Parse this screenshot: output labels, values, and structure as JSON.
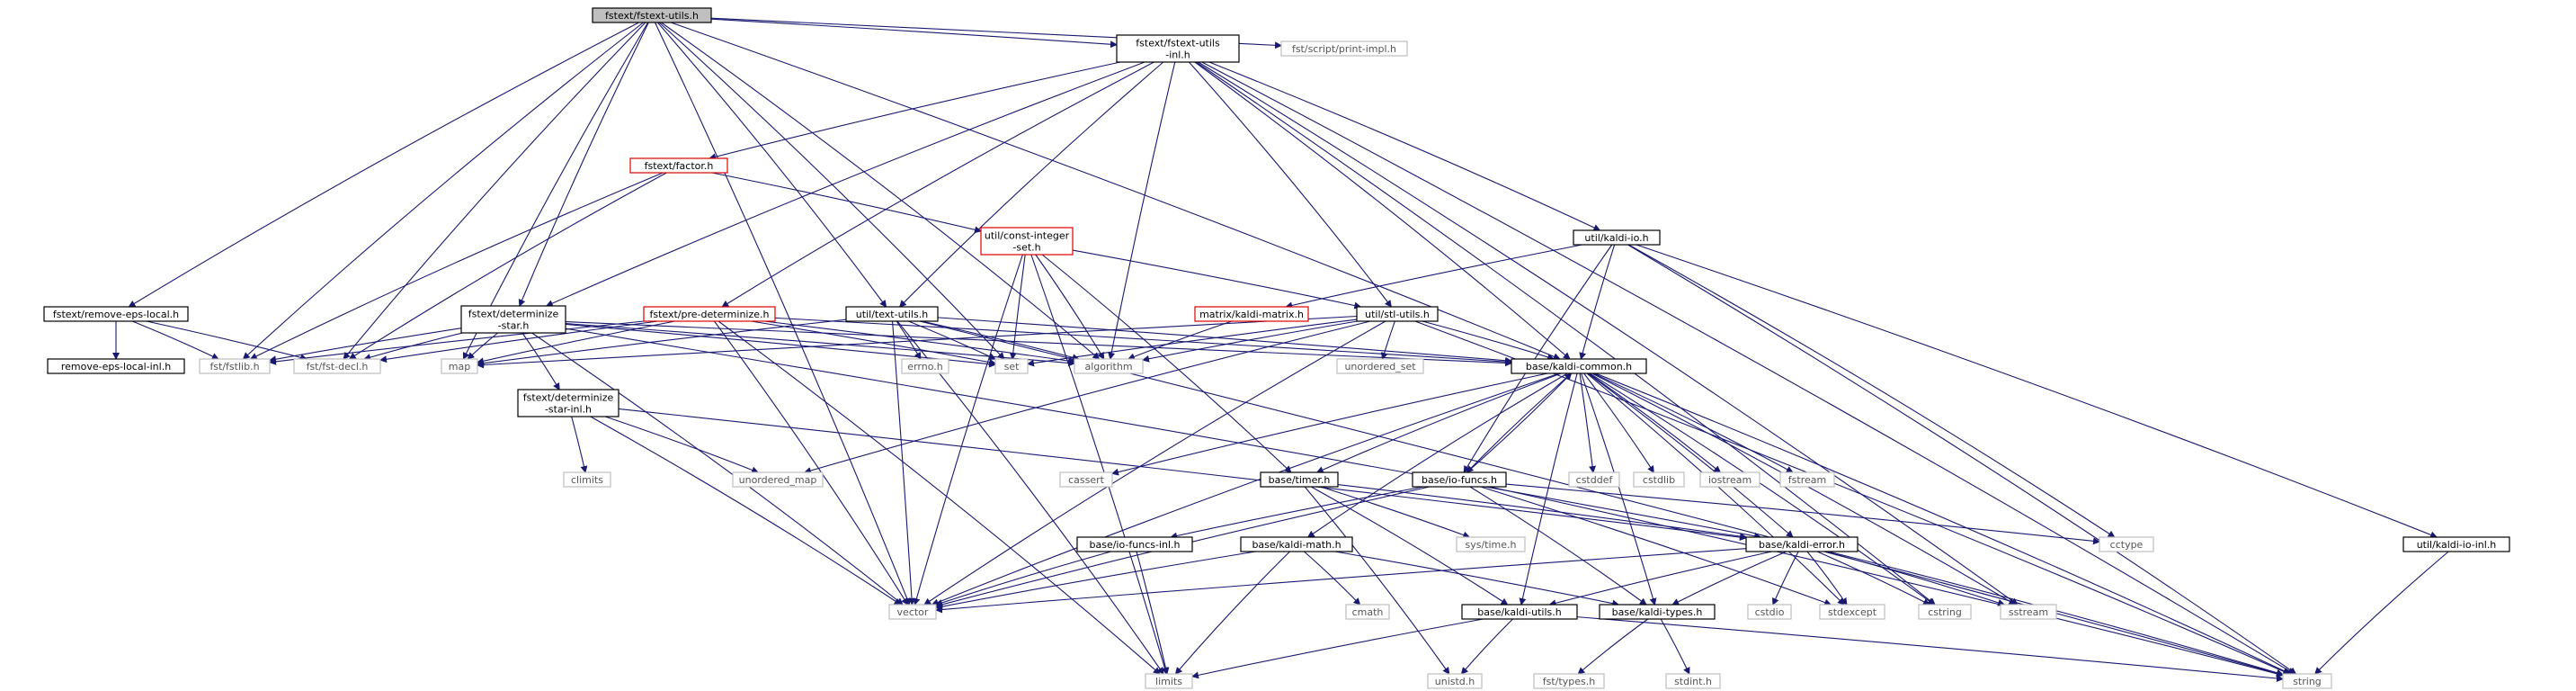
{
  "diagram": {
    "type": "include-dependency-graph",
    "colors": {
      "edge": "#191970",
      "root_fill": "#bfbfbf",
      "doc_border": "#000000",
      "missing_border": "#e00000",
      "external_border": "#bfbfbf"
    },
    "nodes": [
      {
        "id": "root",
        "label": [
          "fstext/fstext-utils.h"
        ],
        "kind": "root"
      },
      {
        "id": "fstext_utils_inl",
        "label": [
          "fstext/fstext-utils",
          "-inl.h"
        ],
        "kind": "doc"
      },
      {
        "id": "print_impl",
        "label": [
          "fst/script/print-impl.h"
        ],
        "kind": "ext"
      },
      {
        "id": "factor",
        "label": [
          "fstext/factor.h"
        ],
        "kind": "red"
      },
      {
        "id": "const_int",
        "label": [
          "util/const-integer",
          "-set.h"
        ],
        "kind": "red"
      },
      {
        "id": "kaldi_io",
        "label": [
          "util/kaldi-io.h"
        ],
        "kind": "doc"
      },
      {
        "id": "remove_eps_local",
        "label": [
          "fstext/remove-eps-local.h"
        ],
        "kind": "doc"
      },
      {
        "id": "determinize_star",
        "label": [
          "fstext/determinize",
          "-star.h"
        ],
        "kind": "doc"
      },
      {
        "id": "pre_determinize",
        "label": [
          "fstext/pre-determinize.h"
        ],
        "kind": "red"
      },
      {
        "id": "text_utils",
        "label": [
          "util/text-utils.h"
        ],
        "kind": "doc"
      },
      {
        "id": "kaldi_matrix",
        "label": [
          "matrix/kaldi-matrix.h"
        ],
        "kind": "red"
      },
      {
        "id": "stl_utils",
        "label": [
          "util/stl-utils.h"
        ],
        "kind": "doc"
      },
      {
        "id": "remove_eps_local_inl",
        "label": [
          "remove-eps-local-inl.h"
        ],
        "kind": "doc"
      },
      {
        "id": "fstlib",
        "label": [
          "fst/fstlib.h"
        ],
        "kind": "ext"
      },
      {
        "id": "fst_decl",
        "label": [
          "fst/fst-decl.h"
        ],
        "kind": "ext"
      },
      {
        "id": "determinize_star_inl",
        "label": [
          "fstext/determinize",
          "-star-inl.h"
        ],
        "kind": "doc"
      },
      {
        "id": "map",
        "label": [
          "map"
        ],
        "kind": "ext"
      },
      {
        "id": "errno",
        "label": [
          "errno.h"
        ],
        "kind": "ext"
      },
      {
        "id": "set",
        "label": [
          "set"
        ],
        "kind": "ext"
      },
      {
        "id": "algorithm",
        "label": [
          "algorithm"
        ],
        "kind": "ext"
      },
      {
        "id": "unordered_set",
        "label": [
          "unordered_set"
        ],
        "kind": "ext"
      },
      {
        "id": "kaldi_common",
        "label": [
          "base/kaldi-common.h"
        ],
        "kind": "doc"
      },
      {
        "id": "climits",
        "label": [
          "climits"
        ],
        "kind": "ext"
      },
      {
        "id": "unordered_map",
        "label": [
          "unordered_map"
        ],
        "kind": "ext"
      },
      {
        "id": "cassert",
        "label": [
          "cassert"
        ],
        "kind": "ext"
      },
      {
        "id": "timer",
        "label": [
          "base/timer.h"
        ],
        "kind": "doc"
      },
      {
        "id": "io_funcs",
        "label": [
          "base/io-funcs.h"
        ],
        "kind": "doc"
      },
      {
        "id": "cstddef",
        "label": [
          "cstddef"
        ],
        "kind": "ext"
      },
      {
        "id": "cstdlib",
        "label": [
          "cstdlib"
        ],
        "kind": "ext"
      },
      {
        "id": "iostream",
        "label": [
          "iostream"
        ],
        "kind": "ext"
      },
      {
        "id": "fstream",
        "label": [
          "fstream"
        ],
        "kind": "ext"
      },
      {
        "id": "cctype",
        "label": [
          "cctype"
        ],
        "kind": "ext"
      },
      {
        "id": "sys_time",
        "label": [
          "sys/time.h"
        ],
        "kind": "ext"
      },
      {
        "id": "io_funcs_inl",
        "label": [
          "base/io-funcs-inl.h"
        ],
        "kind": "doc"
      },
      {
        "id": "kaldi_math",
        "label": [
          "base/kaldi-math.h"
        ],
        "kind": "doc"
      },
      {
        "id": "kaldi_error",
        "label": [
          "base/kaldi-error.h"
        ],
        "kind": "doc"
      },
      {
        "id": "kaldi_io_inl",
        "label": [
          "util/kaldi-io-inl.h"
        ],
        "kind": "doc"
      },
      {
        "id": "vector",
        "label": [
          "vector"
        ],
        "kind": "ext"
      },
      {
        "id": "cmath",
        "label": [
          "cmath"
        ],
        "kind": "ext"
      },
      {
        "id": "cstdio",
        "label": [
          "cstdio"
        ],
        "kind": "ext"
      },
      {
        "id": "stdexcept",
        "label": [
          "stdexcept"
        ],
        "kind": "ext"
      },
      {
        "id": "cstring",
        "label": [
          "cstring"
        ],
        "kind": "ext"
      },
      {
        "id": "sstream",
        "label": [
          "sstream"
        ],
        "kind": "ext"
      },
      {
        "id": "kaldi_utils",
        "label": [
          "base/kaldi-utils.h"
        ],
        "kind": "doc"
      },
      {
        "id": "kaldi_types",
        "label": [
          "base/kaldi-types.h"
        ],
        "kind": "doc"
      },
      {
        "id": "unistd",
        "label": [
          "unistd.h"
        ],
        "kind": "ext"
      },
      {
        "id": "limits",
        "label": [
          "limits"
        ],
        "kind": "ext"
      },
      {
        "id": "fst_types",
        "label": [
          "fst/types.h"
        ],
        "kind": "ext"
      },
      {
        "id": "stdint",
        "label": [
          "stdint.h"
        ],
        "kind": "ext"
      },
      {
        "id": "string",
        "label": [
          "string"
        ],
        "kind": "ext"
      }
    ],
    "edges": [
      [
        "root",
        "fstext_utils_inl"
      ],
      [
        "root",
        "print_impl"
      ],
      [
        "root",
        "remove_eps_local"
      ],
      [
        "root",
        "determinize_star"
      ],
      [
        "root",
        "text_utils"
      ],
      [
        "root",
        "fstlib"
      ],
      [
        "root",
        "fst_decl"
      ],
      [
        "root",
        "map"
      ],
      [
        "root",
        "set"
      ],
      [
        "root",
        "algorithm"
      ],
      [
        "root",
        "vector"
      ],
      [
        "root",
        "kaldi_common"
      ],
      [
        "fstext_utils_inl",
        "factor"
      ],
      [
        "fstext_utils_inl",
        "kaldi_io"
      ],
      [
        "fstext_utils_inl",
        "determinize_star"
      ],
      [
        "fstext_utils_inl",
        "text_utils"
      ],
      [
        "fstext_utils_inl",
        "stl_utils"
      ],
      [
        "fstext_utils_inl",
        "kaldi_common"
      ],
      [
        "fstext_utils_inl",
        "algorithm"
      ],
      [
        "fstext_utils_inl",
        "pre_determinize"
      ],
      [
        "fstext_utils_inl",
        "cstring"
      ],
      [
        "fstext_utils_inl",
        "sstream"
      ],
      [
        "fstext_utils_inl",
        "string"
      ],
      [
        "factor",
        "const_int"
      ],
      [
        "factor",
        "fstlib"
      ],
      [
        "factor",
        "fst_decl"
      ],
      [
        "const_int",
        "set"
      ],
      [
        "const_int",
        "algorithm"
      ],
      [
        "const_int",
        "vector"
      ],
      [
        "const_int",
        "limits"
      ],
      [
        "const_int",
        "stl_utils"
      ],
      [
        "const_int",
        "timer"
      ],
      [
        "kaldi_io",
        "kaldi_matrix"
      ],
      [
        "kaldi_io",
        "kaldi_common"
      ],
      [
        "kaldi_io",
        "kaldi_io_inl"
      ],
      [
        "kaldi_io",
        "string"
      ],
      [
        "kaldi_io",
        "cctype"
      ],
      [
        "kaldi_io",
        "io_funcs"
      ],
      [
        "remove_eps_local",
        "remove_eps_local_inl"
      ],
      [
        "remove_eps_local",
        "fstlib"
      ],
      [
        "remove_eps_local",
        "fst_decl"
      ],
      [
        "determinize_star",
        "fstlib"
      ],
      [
        "determinize_star",
        "fst_decl"
      ],
      [
        "determinize_star",
        "map"
      ],
      [
        "determinize_star",
        "set"
      ],
      [
        "determinize_star",
        "algorithm"
      ],
      [
        "determinize_star",
        "vector"
      ],
      [
        "determinize_star",
        "determinize_star_inl"
      ],
      [
        "determinize_star",
        "kaldi_common"
      ],
      [
        "determinize_star",
        "kaldi_error"
      ],
      [
        "pre_determinize",
        "fst_decl"
      ],
      [
        "pre_determinize",
        "fstlib"
      ],
      [
        "pre_determinize",
        "map"
      ],
      [
        "pre_determinize",
        "set"
      ],
      [
        "pre_determinize",
        "algorithm"
      ],
      [
        "pre_determinize",
        "vector"
      ],
      [
        "pre_determinize",
        "kaldi_common"
      ],
      [
        "pre_determinize",
        "limits"
      ],
      [
        "text_utils",
        "map"
      ],
      [
        "text_utils",
        "errno"
      ],
      [
        "text_utils",
        "set"
      ],
      [
        "text_utils",
        "algorithm"
      ],
      [
        "text_utils",
        "vector"
      ],
      [
        "text_utils",
        "kaldi_common"
      ],
      [
        "text_utils",
        "string"
      ],
      [
        "text_utils",
        "limits"
      ],
      [
        "kaldi_matrix",
        "algorithm"
      ],
      [
        "stl_utils",
        "unordered_set"
      ],
      [
        "stl_utils",
        "kaldi_common"
      ],
      [
        "stl_utils",
        "map"
      ],
      [
        "stl_utils",
        "set"
      ],
      [
        "stl_utils",
        "algorithm"
      ],
      [
        "stl_utils",
        "vector"
      ],
      [
        "stl_utils",
        "unordered_map"
      ],
      [
        "stl_utils",
        "string"
      ],
      [
        "determinize_star_inl",
        "climits"
      ],
      [
        "determinize_star_inl",
        "unordered_map"
      ],
      [
        "determinize_star_inl",
        "vector"
      ],
      [
        "determinize_star_inl",
        "kaldi_error"
      ],
      [
        "kaldi_common",
        "cassert"
      ],
      [
        "kaldi_common",
        "timer"
      ],
      [
        "kaldi_common",
        "io_funcs"
      ],
      [
        "kaldi_common",
        "cstddef"
      ],
      [
        "kaldi_common",
        "cstdlib"
      ],
      [
        "kaldi_common",
        "iostream"
      ],
      [
        "kaldi_common",
        "fstream"
      ],
      [
        "kaldi_common",
        "vector"
      ],
      [
        "kaldi_common",
        "kaldi_error"
      ],
      [
        "kaldi_common",
        "kaldi_math"
      ],
      [
        "kaldi_common",
        "kaldi_utils"
      ],
      [
        "kaldi_common",
        "kaldi_types"
      ],
      [
        "kaldi_common",
        "string"
      ],
      [
        "kaldi_common",
        "cstring"
      ],
      [
        "kaldi_common",
        "sstream"
      ],
      [
        "kaldi_common",
        "stdexcept"
      ],
      [
        "timer",
        "sys_time"
      ],
      [
        "timer",
        "kaldi_utils"
      ],
      [
        "timer",
        "kaldi_error"
      ],
      [
        "timer",
        "unistd"
      ],
      [
        "io_funcs",
        "io_funcs_inl"
      ],
      [
        "io_funcs",
        "kaldi_common"
      ],
      [
        "io_funcs",
        "cctype"
      ],
      [
        "io_funcs",
        "vector"
      ],
      [
        "io_funcs",
        "string"
      ],
      [
        "io_funcs",
        "kaldi_types"
      ],
      [
        "io_funcs",
        "stdexcept"
      ],
      [
        "io_funcs_inl",
        "vector"
      ],
      [
        "io_funcs_inl",
        "limits"
      ],
      [
        "kaldi_math",
        "cmath"
      ],
      [
        "kaldi_math",
        "limits"
      ],
      [
        "kaldi_math",
        "vector"
      ],
      [
        "kaldi_math",
        "kaldi_types"
      ],
      [
        "kaldi_error",
        "vector"
      ],
      [
        "kaldi_error",
        "cstdio"
      ],
      [
        "kaldi_error",
        "stdexcept"
      ],
      [
        "kaldi_error",
        "cstring"
      ],
      [
        "kaldi_error",
        "sstream"
      ],
      [
        "kaldi_error",
        "string"
      ],
      [
        "kaldi_error",
        "kaldi_utils"
      ],
      [
        "kaldi_error",
        "kaldi_types"
      ],
      [
        "kaldi_utils",
        "limits"
      ],
      [
        "kaldi_utils",
        "unistd"
      ],
      [
        "kaldi_utils",
        "string"
      ],
      [
        "kaldi_types",
        "fst_types"
      ],
      [
        "kaldi_types",
        "stdint"
      ],
      [
        "kaldi_io_inl",
        "string"
      ]
    ]
  }
}
